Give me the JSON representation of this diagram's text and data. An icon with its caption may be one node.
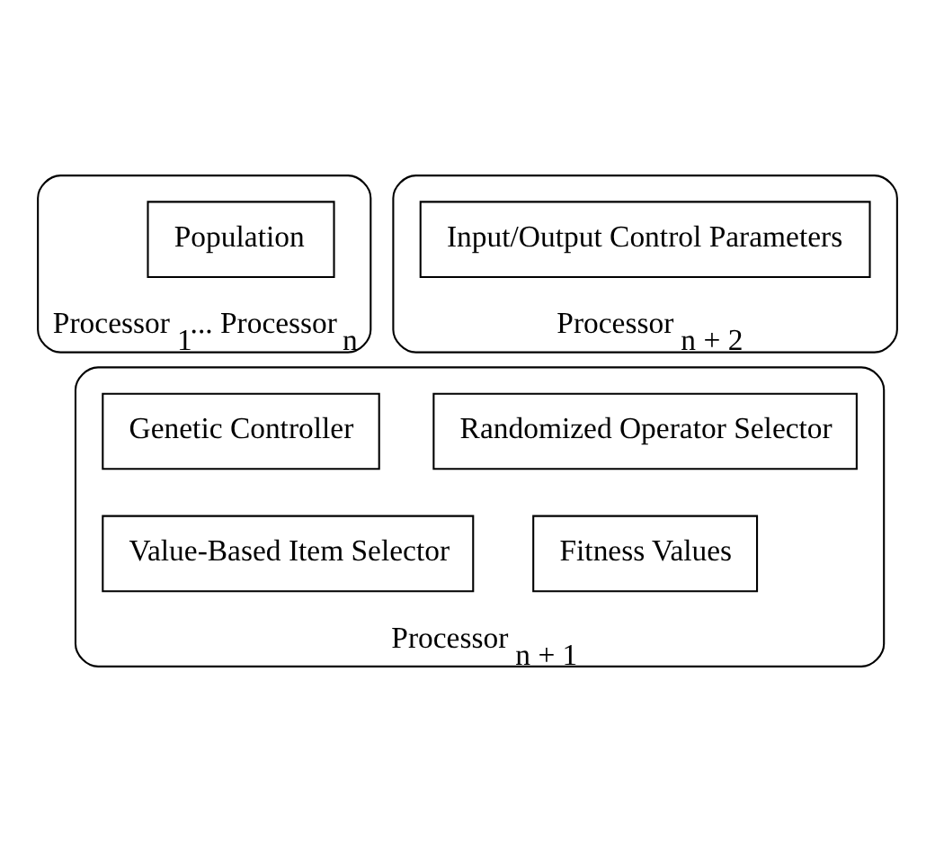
{
  "diagram": {
    "nodes": [
      {
        "text": [
          "Processor $_{1}$... Processor $_{n}$"
        ]
      },
      {
        "text": [
          "Population"
        ],
        "in": 0
      },
      {
        "text": [
          "Processor $_{n + 2}$"
        ]
      },
      {
        "text": [
          "Input/Output Control Parameters"
        ],
        "in": 2
      },
      {
        "text": [
          "Processor $_{n + 1}$"
        ]
      },
      {
        "text": [
          "Genetic Controller"
        ],
        "in": 4
      },
      {
        "text": [
          "Randomized Operator Selector"
        ],
        "in": 4
      },
      {
        "text": [
          "Value-Based Item Selector"
        ],
        "in": 4
      },
      {
        "text": [
          "Fitness Values"
        ],
        "in": 4
      }
    ],
    "edges": []
  }
}
